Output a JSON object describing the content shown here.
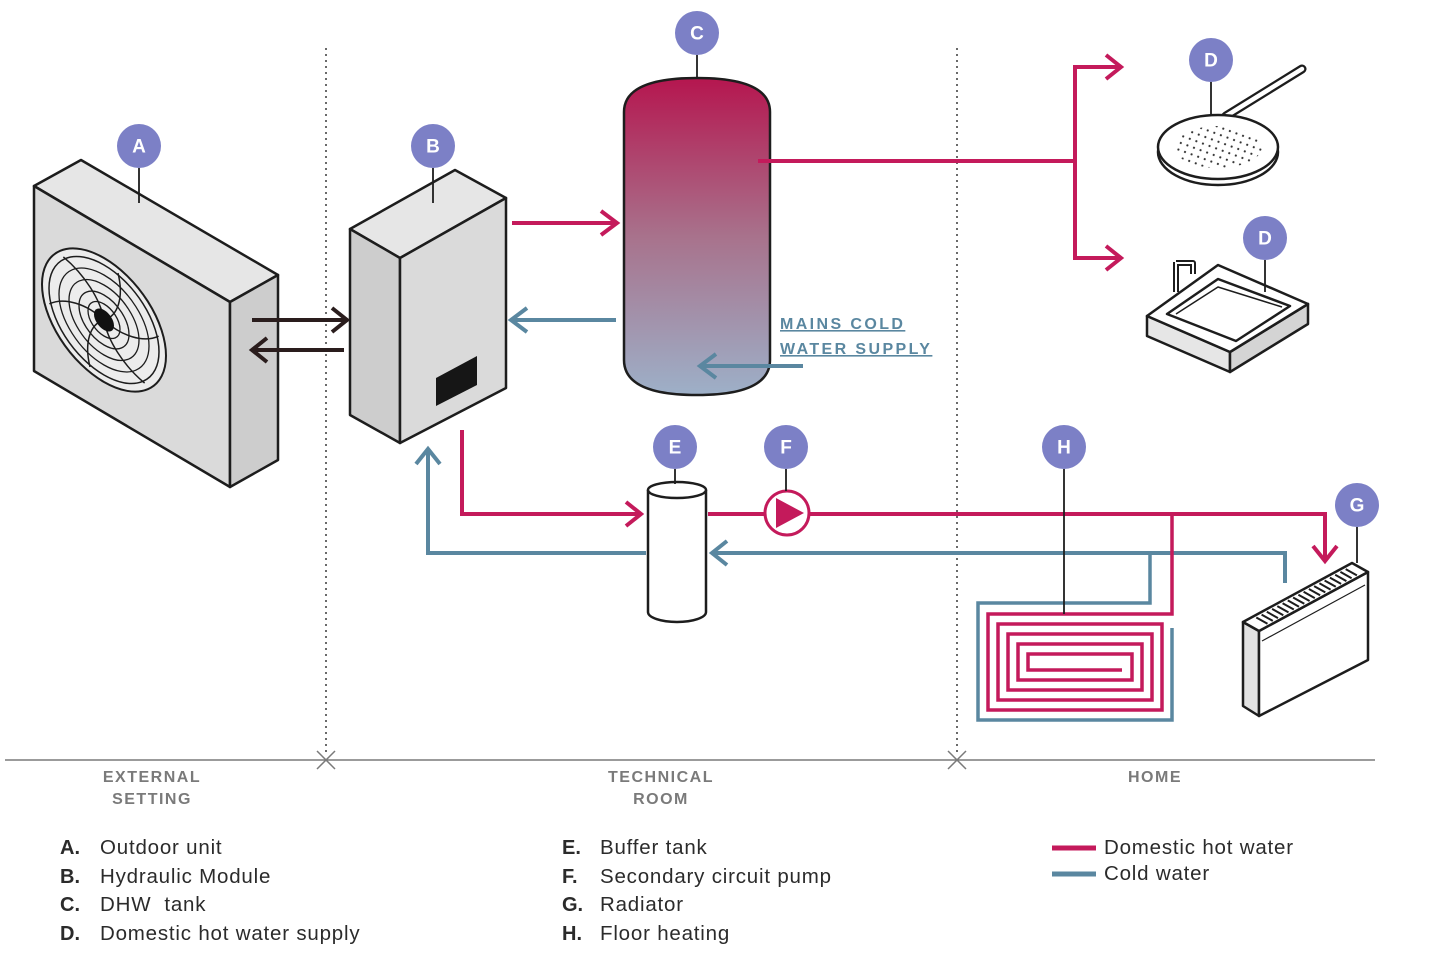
{
  "colors": {
    "hot_water": "#c41a5b",
    "cold_water": "#5a87a0",
    "badge": "#7c80c6",
    "refrigerant": "#2a1d1d"
  },
  "badges": {
    "outdoor_unit": "A",
    "hydraulic_module": "B",
    "dhw_tank": "C",
    "shower": "D",
    "sink": "D",
    "buffer_tank": "E",
    "pump": "F",
    "radiator": "G",
    "floor_heating": "H"
  },
  "mains_supply": {
    "line1": "MAINS COLD",
    "line2": "WATER SUPPLY"
  },
  "zones": [
    {
      "line1": "EXTERNAL",
      "line2": "SETTING"
    },
    {
      "line1": "TECHNICAL",
      "line2": "ROOM"
    },
    {
      "line1": "HOME"
    }
  ],
  "legend": {
    "components": [
      {
        "letter": "A.",
        "text": "Outdoor unit"
      },
      {
        "letter": "B.",
        "text": "Hydraulic Module"
      },
      {
        "letter": "C.",
        "text": "DHW  tank"
      },
      {
        "letter": "D.",
        "text": "Domestic hot water supply"
      },
      {
        "letter": "E.",
        "text": "Buffer tank"
      },
      {
        "letter": "F.",
        "text": "Secondary circuit pump"
      },
      {
        "letter": "G.",
        "text": "Radiator"
      },
      {
        "letter": "H.",
        "text": "Floor heating"
      }
    ],
    "lines": [
      {
        "label": "Domestic hot water"
      },
      {
        "label": "Cold water"
      }
    ]
  }
}
